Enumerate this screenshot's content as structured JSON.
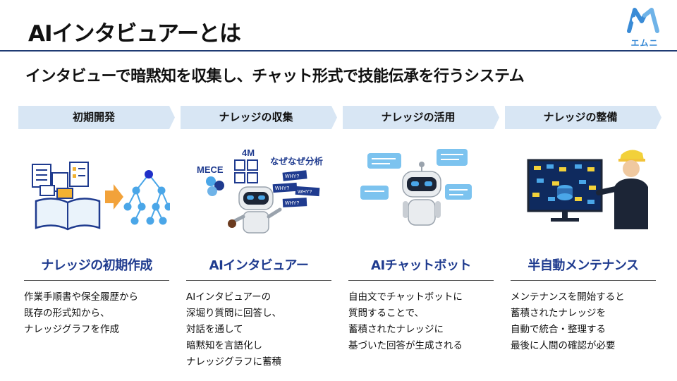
{
  "header": {
    "title": "AIインタビュアーとは",
    "logo_text": "エムニ"
  },
  "subtitle": "インタビューで暗黙知を収集し、チャット形式で技能伝承を行うシステム",
  "steps": [
    {
      "label": "初期開発",
      "feature": "ナレッジの初期作成",
      "description": [
        "作業手順書や保全履歴から",
        "既存の形式知から、",
        "ナレッジグラフを作成"
      ]
    },
    {
      "label": "ナレッジの収集",
      "feature": "AIインタビュアー",
      "description": [
        "AIインタビュアーの",
        "深堀り質問に回答し、",
        "対話を通して",
        "暗黙知を言語化し",
        "ナレッジグラフに蓄積"
      ],
      "illustration_text": {
        "mece": "MECE",
        "four_m": "4M",
        "why_analysis": "なぜなぜ分析",
        "why": "WHY?"
      }
    },
    {
      "label": "ナレッジの活用",
      "feature": "AIチャットボット",
      "description": [
        "自由文でチャットボットに",
        "質問することで、",
        "蓄積されたナレッジに",
        "基づいた回答が生成される"
      ]
    },
    {
      "label": "ナレッジの整備",
      "feature": "半自動メンテナンス",
      "description": [
        "メンテナンスを開始すると",
        "蓄積されたナレッジを",
        "自動で統合・整理する",
        "最後に人間の確認が必要"
      ]
    }
  ],
  "colors": {
    "accent": "#1f3b8f",
    "rule": "#1f3b73",
    "arrow": "#d8e6f4",
    "logo": "#3a8bd6"
  }
}
